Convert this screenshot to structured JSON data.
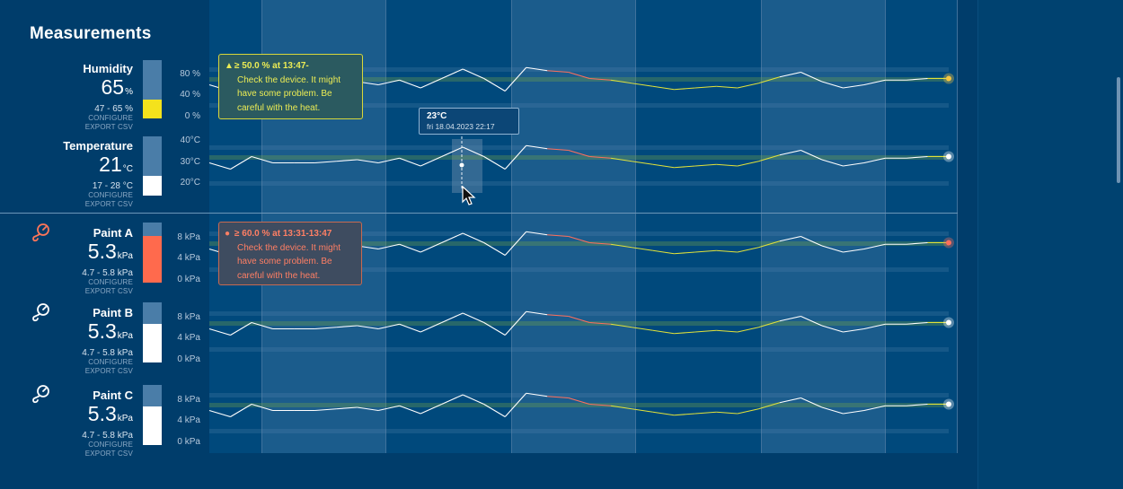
{
  "page": {
    "title": "Measurements"
  },
  "colors": {
    "background": "#003d6b",
    "normal_line": "#ffffff",
    "warning": "#e2e23a",
    "critical": "#ff6f5c",
    "range_band": "#6fa04a"
  },
  "sensors": [
    {
      "id": "humidity",
      "name": "Humidity",
      "value": "65",
      "unit": "%",
      "range": "47 - 65 %",
      "configure": "CONFIGURE",
      "export": "EXPORT CSV",
      "gauge_level": 0.33,
      "gauge_color": "#f4e21c",
      "icon": "",
      "axis": [
        "80 %",
        "40 %",
        "0 %"
      ]
    },
    {
      "id": "temperature",
      "name": "Temperature",
      "value": "21",
      "unit": "°C",
      "range": "17 - 28 °C",
      "configure": "CONFIGURE",
      "export": "EXPORT CSV",
      "gauge_level": 0.33,
      "gauge_color": "#ffffff",
      "icon": "",
      "axis": [
        "40°C",
        "30°C",
        "20°C"
      ]
    },
    {
      "id": "paint-a",
      "name": "Paint A",
      "value": "5.3",
      "unit": "kPa",
      "range": "4.7 - 5.8 kPa",
      "configure": "CONFIGURE",
      "export": "EXPORT CSV",
      "gauge_level": 0.78,
      "gauge_color": "#ff6a4d",
      "icon": "pressure-gauge-icon",
      "axis": [
        "8 kPa",
        "4 kPa",
        "0 kPa"
      ]
    },
    {
      "id": "paint-b",
      "name": "Paint B",
      "value": "5.3",
      "unit": "kPa",
      "range": "4.7 - 5.8 kPa",
      "configure": "CONFIGURE",
      "export": "EXPORT CSV",
      "gauge_level": 0.64,
      "gauge_color": "#ffffff",
      "icon": "pressure-gauge-icon",
      "axis": [
        "8 kPa",
        "4 kPa",
        "0 kPa"
      ]
    },
    {
      "id": "paint-c",
      "name": "Paint C",
      "value": "5.3",
      "unit": "kPa",
      "range": "4.7 - 5.8 kPa",
      "configure": "CONFIGURE",
      "export": "EXPORT CSV",
      "gauge_level": 0.64,
      "gauge_color": "#ffffff",
      "icon": "pressure-gauge-icon",
      "axis": [
        "8 kPa",
        "4 kPa",
        "0 kPa"
      ]
    }
  ],
  "alerts": {
    "warning": {
      "icon": "warning-triangle-icon",
      "heading": "≥ 50.0 % at 13:47-",
      "message": "Check the device. It might have some problem. Be careful with the heat."
    },
    "critical": {
      "icon": "alert-circle-icon",
      "heading": "≥ 60.0 % at 13:31-13:47",
      "message": "Check the device. It might have some problem. Be careful with the heat."
    }
  },
  "tooltip": {
    "value": "23°C",
    "date": "fri 18.04.2023 22:17"
  },
  "series_shape": [
    0.3,
    0.1,
    0.5,
    0.3,
    0.3,
    0.3,
    0.35,
    0.4,
    0.3,
    0.45,
    0.2,
    0.5,
    0.8,
    0.5,
    0.1,
    0.85,
    0.75,
    0.7,
    0.5,
    0.45,
    0.35,
    0.25,
    0.15,
    0.2,
    0.25,
    0.2,
    0.35,
    0.55,
    0.7,
    0.4,
    0.2,
    0.3,
    0.45,
    0.45,
    0.5,
    0.5
  ],
  "series_levels": [
    "normal",
    "normal",
    "normal",
    "normal",
    "normal",
    "normal",
    "normal",
    "normal",
    "normal",
    "normal",
    "normal",
    "normal",
    "normal",
    "normal",
    "normal",
    "normal",
    "critical",
    "critical",
    "critical",
    "warning",
    "warning",
    "warning",
    "warning",
    "warning",
    "warning",
    "warning",
    "warning",
    "normal",
    "normal",
    "normal",
    "normal",
    "normal",
    "normal",
    "normal",
    "warning",
    "warning"
  ]
}
